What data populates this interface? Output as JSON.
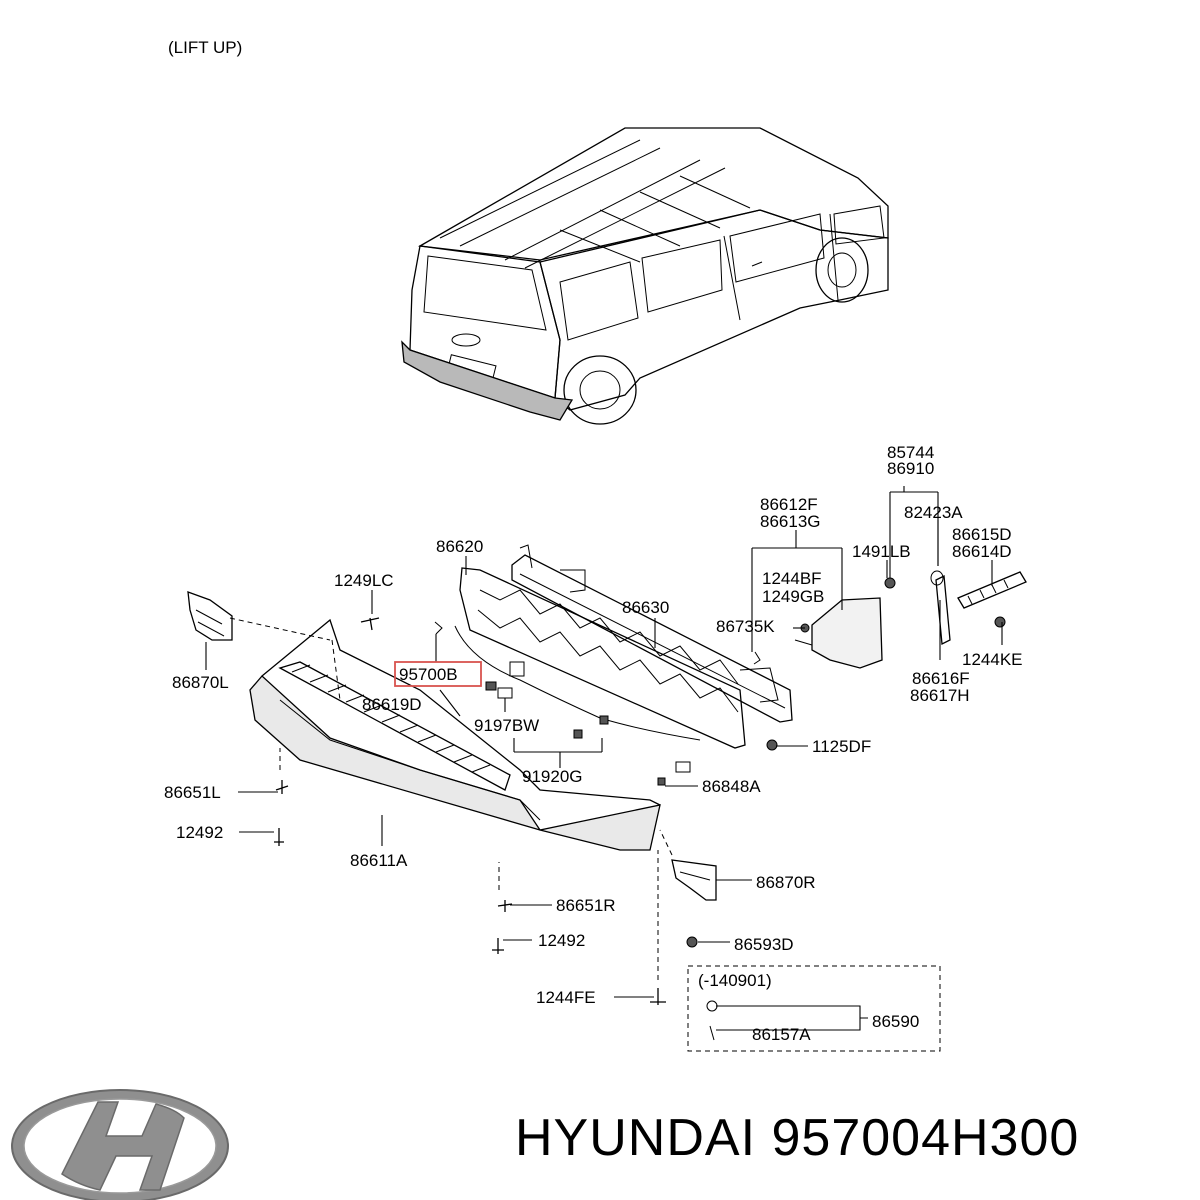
{
  "header": {
    "view_note": "(LIFT UP)"
  },
  "parts": {
    "p85744": "85744",
    "p86910": "86910",
    "p82423A": "82423A",
    "p86612F": "86612F",
    "p86613G": "86613G",
    "p86615D": "86615D",
    "p86614D": "86614D",
    "p1491LB": "1491LB",
    "p86620": "86620",
    "p1249LC": "1249LC",
    "p86630": "86630",
    "p1244BF": "1244BF",
    "p1249GB": "1249GB",
    "p86735K": "86735K",
    "p1244KE": "1244KE",
    "p95700B": "95700B",
    "p86870L": "86870L",
    "p86616F": "86616F",
    "p86617H": "86617H",
    "p86619D": "86619D",
    "p9197BW": "9197BW",
    "p1125DF": "1125DF",
    "p91920G": "91920G",
    "p86848A": "86848A",
    "p86651L": "86651L",
    "p12492a": "12492",
    "p86611A": "86611A",
    "p86870R": "86870R",
    "p86651R": "86651R",
    "p12492b": "12492",
    "p86593D": "86593D",
    "p1244FE": "1244FE",
    "p86590": "86590",
    "p86157A": "86157A"
  },
  "note_box": {
    "label": "(-140901)"
  },
  "highlight": {
    "part": "95700B",
    "color": "#d9534f"
  },
  "footer": {
    "brand": "HYUNDAI",
    "part_number": "957004H300",
    "logo_icon": "hyundai-logo-icon"
  }
}
